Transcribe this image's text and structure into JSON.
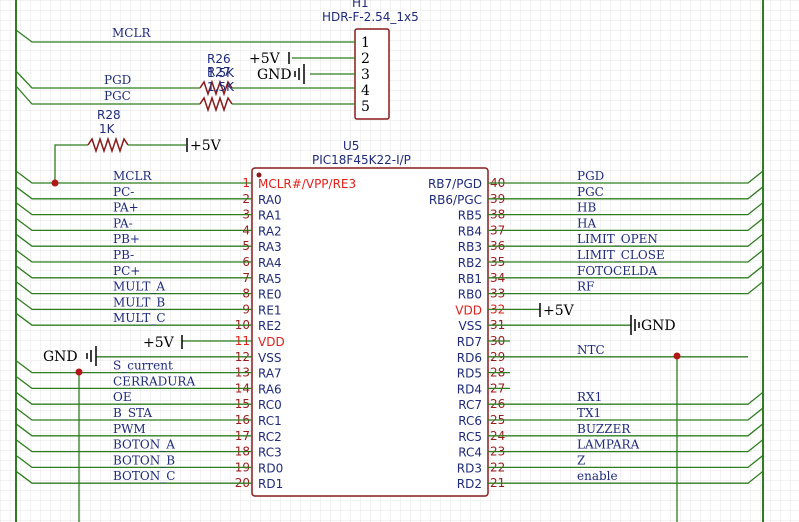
{
  "connector": {
    "ref": "H1",
    "value": "HDR-F-2.54_1x5",
    "pins": [
      "1",
      "2",
      "3",
      "4",
      "5"
    ],
    "nets": [
      "MCLR",
      "+5V",
      "GND",
      "PGD",
      "PGC"
    ]
  },
  "resistors": [
    {
      "ref": "R26",
      "value": "1.5K"
    },
    {
      "ref": "R27",
      "value": "1.5K"
    },
    {
      "ref": "R28",
      "value": "1K"
    }
  ],
  "ic": {
    "ref": "U5",
    "value": "PIC18F45K22-I/P",
    "left_pins": [
      {
        "num": "1",
        "name": "MCLR#/VPP/RE3",
        "net": "MCLR",
        "power": true
      },
      {
        "num": "2",
        "name": "RA0",
        "net": "PC-"
      },
      {
        "num": "3",
        "name": "RA1",
        "net": "PA+"
      },
      {
        "num": "4",
        "name": "RA2",
        "net": "PA-"
      },
      {
        "num": "5",
        "name": "RA3",
        "net": "PB+"
      },
      {
        "num": "6",
        "name": "RA4",
        "net": "PB-"
      },
      {
        "num": "7",
        "name": "RA5",
        "net": "PC+"
      },
      {
        "num": "8",
        "name": "RE0",
        "net": "MULT_A"
      },
      {
        "num": "9",
        "name": "RE1",
        "net": "MULT_B"
      },
      {
        "num": "10",
        "name": "RE2",
        "net": "MULT_C"
      },
      {
        "num": "11",
        "name": "VDD",
        "net": "+5V",
        "power": true
      },
      {
        "num": "12",
        "name": "VSS",
        "net": "GND"
      },
      {
        "num": "13",
        "name": "RA7",
        "net": "S_current"
      },
      {
        "num": "14",
        "name": "RA6",
        "net": "CERRADURA"
      },
      {
        "num": "15",
        "name": "RC0",
        "net": "OE"
      },
      {
        "num": "16",
        "name": "RC1",
        "net": "B_STA"
      },
      {
        "num": "17",
        "name": "RC2",
        "net": "PWM"
      },
      {
        "num": "18",
        "name": "RC3",
        "net": "BOTON_A"
      },
      {
        "num": "19",
        "name": "RD0",
        "net": "BOTON_B"
      },
      {
        "num": "20",
        "name": "RD1",
        "net": "BOTON_C"
      }
    ],
    "right_pins": [
      {
        "num": "40",
        "name": "RB7/PGD",
        "net": "PGD"
      },
      {
        "num": "39",
        "name": "RB6/PGC",
        "net": "PGC"
      },
      {
        "num": "38",
        "name": "RB5",
        "net": "HB"
      },
      {
        "num": "37",
        "name": "RB4",
        "net": "HA"
      },
      {
        "num": "36",
        "name": "RB3",
        "net": "LIMIT_OPEN"
      },
      {
        "num": "35",
        "name": "RB2",
        "net": "LIMIT_CLOSE"
      },
      {
        "num": "34",
        "name": "RB1",
        "net": "FOTOCELDA"
      },
      {
        "num": "33",
        "name": "RB0",
        "net": "RF"
      },
      {
        "num": "32",
        "name": "VDD",
        "net": "+5V",
        "power": true
      },
      {
        "num": "31",
        "name": "VSS",
        "net": "GND"
      },
      {
        "num": "30",
        "name": "RD7",
        "net": ""
      },
      {
        "num": "29",
        "name": "RD6",
        "net": "NTC"
      },
      {
        "num": "28",
        "name": "RD5",
        "net": ""
      },
      {
        "num": "27",
        "name": "RD4",
        "net": ""
      },
      {
        "num": "26",
        "name": "RC7",
        "net": "RX1"
      },
      {
        "num": "25",
        "name": "RC6",
        "net": "TX1"
      },
      {
        "num": "24",
        "name": "RC5",
        "net": "BUZZER"
      },
      {
        "num": "23",
        "name": "RC4",
        "net": "LAMPARA"
      },
      {
        "num": "22",
        "name": "RD3",
        "net": "Z"
      },
      {
        "num": "21",
        "name": "RD2",
        "net": "enable"
      }
    ]
  },
  "power_labels": {
    "vcc": "+5V",
    "gnd": "GND"
  },
  "colors": {
    "wire": "#2e7d1f",
    "part": "#8b1a1a",
    "text": "#1f2b7a",
    "pin_power": "#e0201b",
    "grid": "#e6e6e6"
  }
}
